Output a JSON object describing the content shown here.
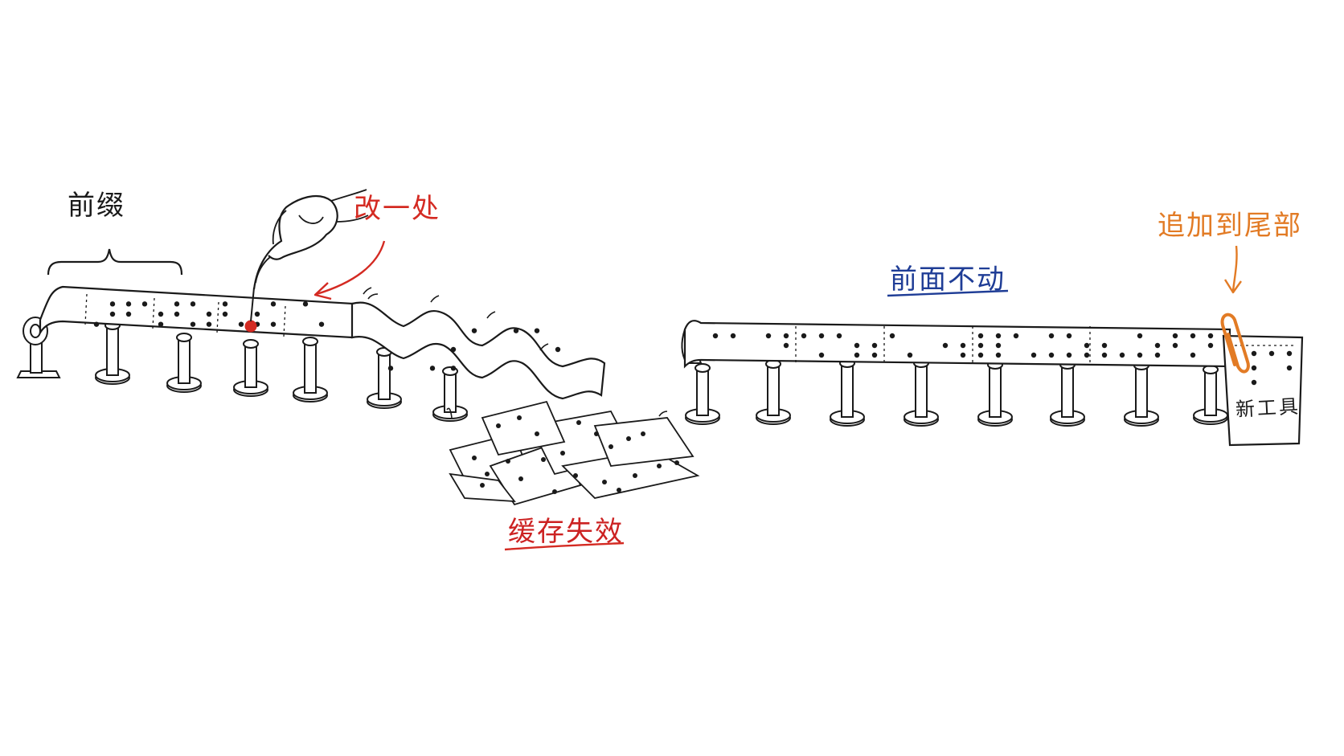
{
  "labels": {
    "prefix": "前缀",
    "change_one": "改一处",
    "cache_invalid": "缓存失效",
    "front_unchanged": "前面不动",
    "append_tail": "追加到尾部",
    "new_tool": "新工具"
  },
  "colors": {
    "ink": "#1a1a1a",
    "red": "#d42a22",
    "blue": "#1f3d96",
    "orange": "#e27b25"
  },
  "icons": [
    "hand-icon",
    "pin-icon",
    "paperclip-icon",
    "arrow-icon",
    "brace-icon"
  ]
}
